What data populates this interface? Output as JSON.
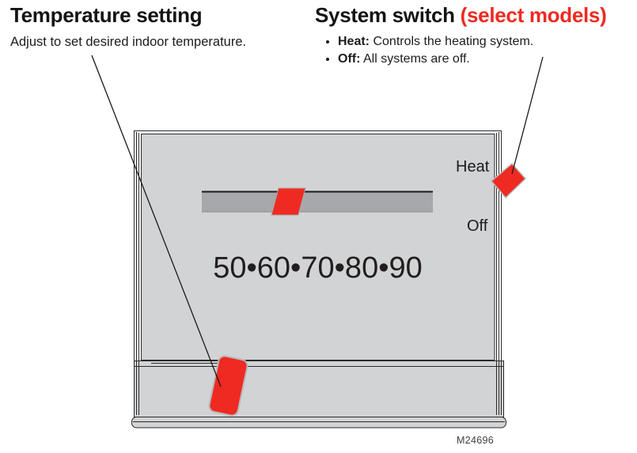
{
  "colors": {
    "accent_red": "#ee2a22",
    "face_gray": "#d2d3d4",
    "track_gray": "#a7a8ab",
    "outline_dark": "#1a1a1a"
  },
  "left_callout": {
    "title": "Temperature setting",
    "description": "Adjust to set desired indoor temperature."
  },
  "right_callout": {
    "title": "System switch ",
    "title_highlight": "(select models)",
    "bullets": [
      {
        "term": "Heat:",
        "text": " Controls the heating system."
      },
      {
        "term": "Off:",
        "text": " All systems are off."
      }
    ]
  },
  "thermostat": {
    "system_switch_labels": {
      "heat": "Heat",
      "off": "Off"
    },
    "temperature_scale": "50•60•70•80•90",
    "temperature_scale_values": [
      50,
      60,
      70,
      80,
      90
    ]
  },
  "diagram": {
    "figure_number": "M24696"
  }
}
